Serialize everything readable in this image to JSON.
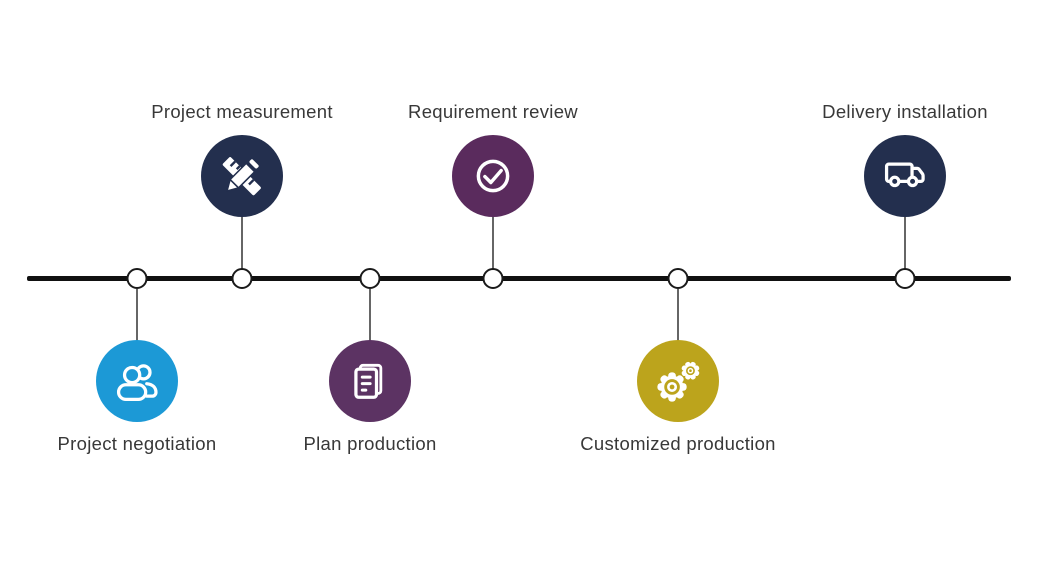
{
  "diagram": {
    "type": "process-timeline",
    "background": "#ffffff",
    "line_color": "#111111",
    "connector_color": "#666666",
    "node_fill": "#ffffff",
    "node_border": "#1a1a1a",
    "label_color": "#383838",
    "steps": [
      {
        "label": "Project negotiation",
        "icon": "people-icon",
        "color": "#1C99D6",
        "position": "below"
      },
      {
        "label": "Project measurement",
        "icon": "ruler-pencil-icon",
        "color": "#232F4E",
        "position": "above"
      },
      {
        "label": "Plan production",
        "icon": "document-icon",
        "color": "#5C3363",
        "position": "below"
      },
      {
        "label": "Requirement review",
        "icon": "check-circle-icon",
        "color": "#5A2B5D",
        "position": "above"
      },
      {
        "label": "Customized production",
        "icon": "gears-icon",
        "color": "#BCA41C",
        "position": "below"
      },
      {
        "label": "Delivery installation",
        "icon": "truck-icon",
        "color": "#232F4E",
        "position": "above"
      }
    ]
  }
}
